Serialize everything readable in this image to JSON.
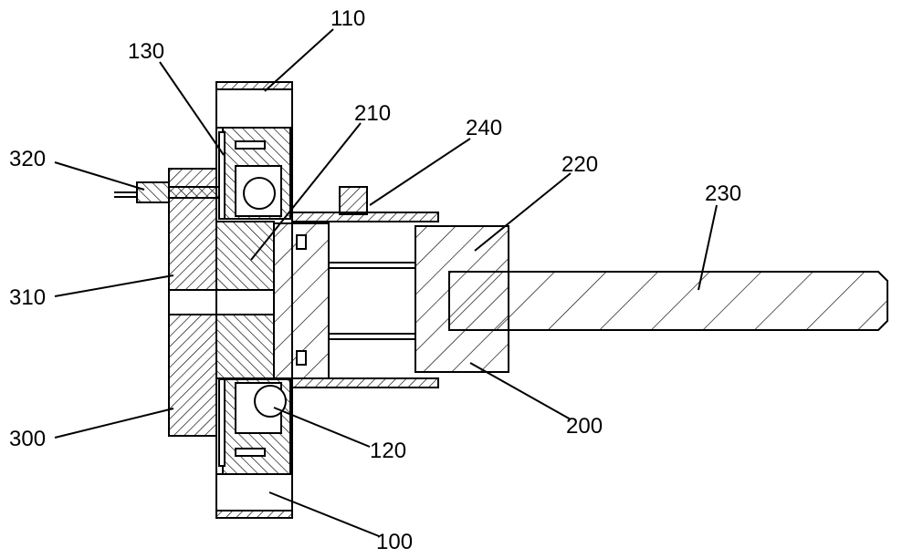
{
  "drawing": {
    "labels": {
      "l100": "100",
      "l110": "110",
      "l120": "120",
      "l130": "130",
      "l200": "200",
      "l210": "210",
      "l220": "220",
      "l230": "230",
      "l240": "240",
      "l300": "300",
      "l310": "310",
      "l320": "320"
    },
    "colors": {
      "line": "#000000",
      "background": "#ffffff"
    }
  }
}
